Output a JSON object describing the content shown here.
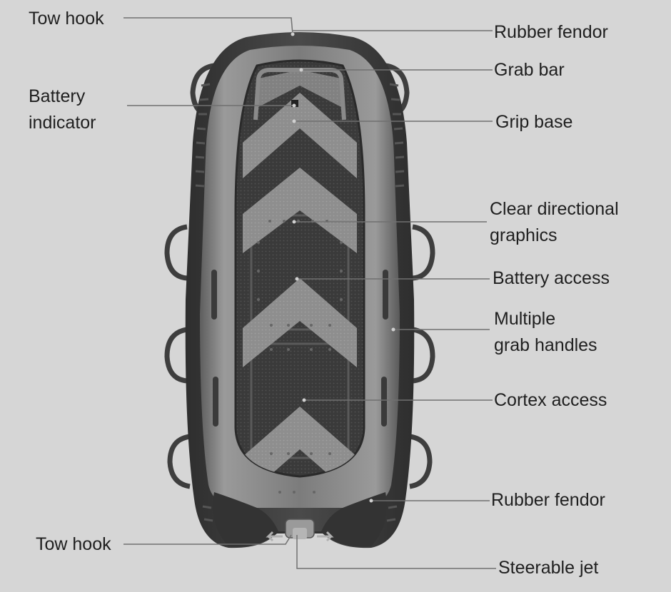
{
  "diagram": {
    "labels": {
      "tow_hook_top": "Tow hook",
      "rubber_fendor_top": "Rubber fendor",
      "grab_bar": "Grab bar",
      "battery_indicator": [
        "Battery",
        "indicator"
      ],
      "grip_base": "Grip base",
      "clear_directional_graphics": [
        "Clear directional",
        "graphics"
      ],
      "battery_access": "Battery access",
      "multiple_grab_handles": [
        "Multiple",
        "grab handles"
      ],
      "cortex_access": "Cortex access",
      "rubber_fendor_bottom": "Rubber fendor",
      "tow_hook_bottom": "Tow hook",
      "steerable_jet": "Steerable jet"
    },
    "colors": {
      "background": "#d6d6d6",
      "leader_line": "#707070",
      "text": "#1f1f1f",
      "hull": "#7a7a7a",
      "fendor": "#3c3c3c",
      "deck": "#3a3a3a",
      "chevron": "#8e8e8e"
    }
  }
}
